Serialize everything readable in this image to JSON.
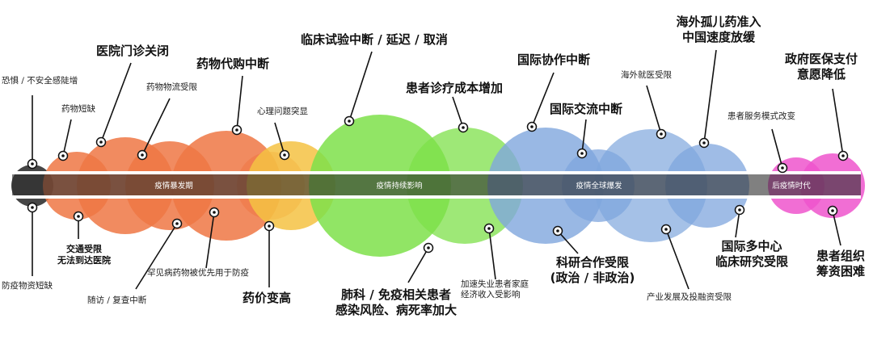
{
  "phases": {
    "outbreak": "疫情暴发期",
    "ongoing": "疫情持续影响",
    "global": "疫情全球爆发",
    "post": "后疫情时代"
  },
  "labels": {
    "fear": "恐惧 / 不安全感陡增",
    "drug_shortage": "药物短缺",
    "hospital_closed": "医院门诊关闭",
    "logistics_limited": "药物物流受限",
    "proxy_purchase": "药物代购中断",
    "mental_issue": "心理问题突显",
    "trial_interrupted": "临床试验中断 / 延迟 / 取消",
    "cost_increase": "患者诊疗成本增加",
    "intl_coop_interrupted": "国际协作中断",
    "intl_exchange_interrupted": "国际交流中断",
    "overseas_medical": "海外就医受限",
    "orphan_drug_line1": "海外孤儿药准入",
    "orphan_drug_line2": "中国速度放缓",
    "service_mode": "患者服务模式改变",
    "insurance_line1": "政府医保支付",
    "insurance_line2": "意愿降低",
    "ppe_shortage": "防疫物资短缺",
    "traffic_line1": "交通受限",
    "traffic_line2": "无法到达医院",
    "followup_interrupted": "随访 / 复查中断",
    "rare_drug_prevention": "罕见病药物被优先用于防疫",
    "price_increase": "药价变高",
    "lung_line1": "肺科 / 免疫相关患者",
    "lung_line2": "感染风险、病死率加大",
    "unemployment_line1": "加速失业患者家庭",
    "unemployment_line2": "经济收入受影响",
    "research_line1": "科研合作受限",
    "research_line2": "(政治 / 非政治)",
    "industry_invest": "产业发展及投融资受限",
    "multicenter_line1": "国际多中心",
    "multicenter_line2": "临床研究受限",
    "patient_org_line1": "患者组织",
    "patient_org_line2": "筹资困难"
  },
  "colors": {
    "gray": "#3c3c3c",
    "orange": "#ee7744",
    "yellow": "#f5c243",
    "green": "#7ee04a",
    "blue": "#7fa6dd",
    "pink": "#ee55cc"
  }
}
